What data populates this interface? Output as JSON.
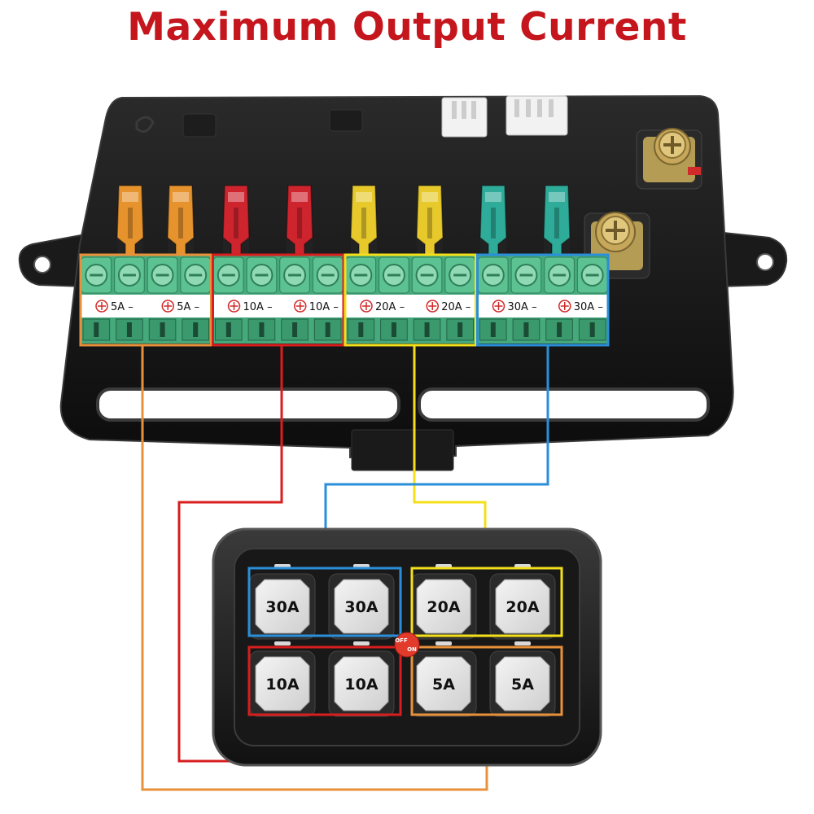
{
  "title": "Maximum Output Current",
  "terminal_labels": [
    "5A",
    "5A",
    "10A",
    "10A",
    "20A",
    "20A",
    "30A",
    "30A"
  ],
  "switch_labels": {
    "row1": [
      "30A",
      "30A",
      "20A",
      "20A"
    ],
    "row2": [
      "10A",
      "10A",
      "5A",
      "5A"
    ]
  },
  "toggle": {
    "off": "OFF",
    "on": "ON"
  },
  "colors": {
    "orange": "#e8913a",
    "red": "#d81e1e",
    "yellow": "#f3e01a",
    "blue": "#2a8fd8",
    "title": "#c4161c",
    "body": "#141414",
    "terminal": "#4fb486"
  }
}
